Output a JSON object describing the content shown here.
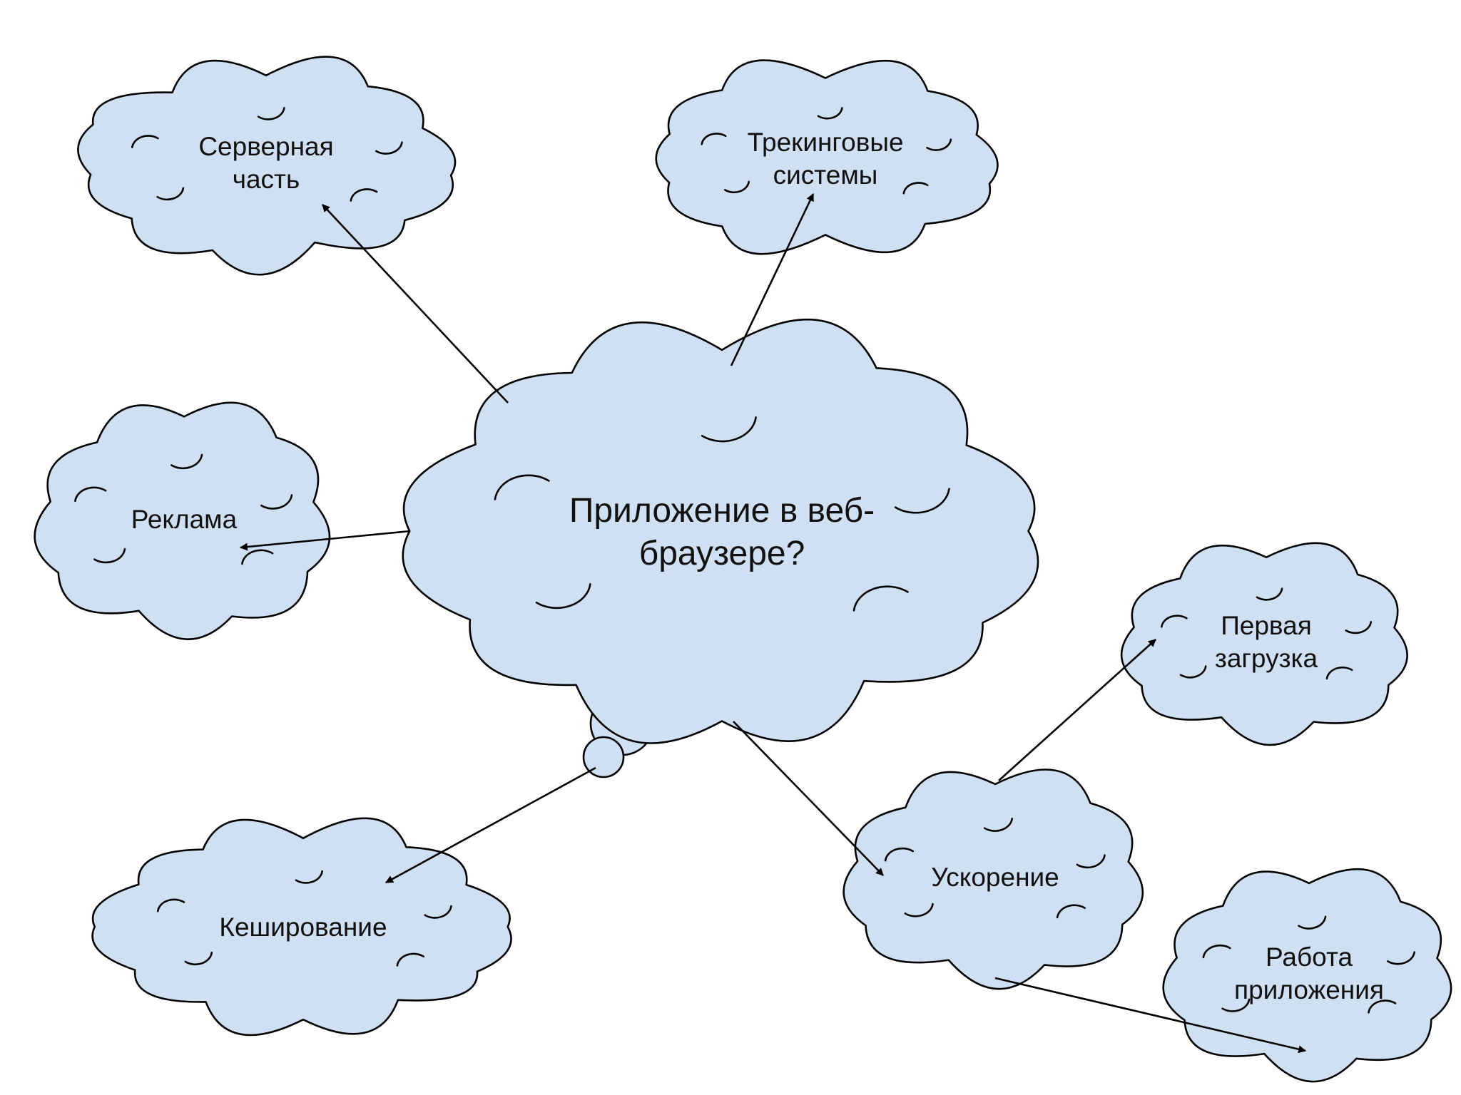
{
  "diagram": {
    "colors": {
      "cloud_fill": "#cfe0f3",
      "outline": "#000000",
      "text": "#111111",
      "background": "#ffffff"
    },
    "central": {
      "lines": [
        "Приложение в веб-",
        "браузере?"
      ]
    },
    "nodes": [
      {
        "id": "server",
        "lines": [
          "Серверная",
          "часть"
        ]
      },
      {
        "id": "tracking",
        "lines": [
          "Трекинговые",
          "системы"
        ]
      },
      {
        "id": "ads",
        "lines": [
          "Реклама"
        ]
      },
      {
        "id": "caching",
        "lines": [
          "Кеширование"
        ]
      },
      {
        "id": "acceleration",
        "lines": [
          "Ускорение"
        ]
      },
      {
        "id": "first-load",
        "lines": [
          "Первая",
          "загрузка"
        ]
      },
      {
        "id": "app-work",
        "lines": [
          "Работа",
          "приложения"
        ]
      }
    ],
    "edges": [
      {
        "from": "central",
        "to": "server"
      },
      {
        "from": "central",
        "to": "tracking"
      },
      {
        "from": "central",
        "to": "ads"
      },
      {
        "from": "central",
        "to": "caching"
      },
      {
        "from": "central",
        "to": "acceleration"
      },
      {
        "from": "acceleration",
        "to": "first-load"
      },
      {
        "from": "acceleration",
        "to": "app-work"
      }
    ]
  }
}
